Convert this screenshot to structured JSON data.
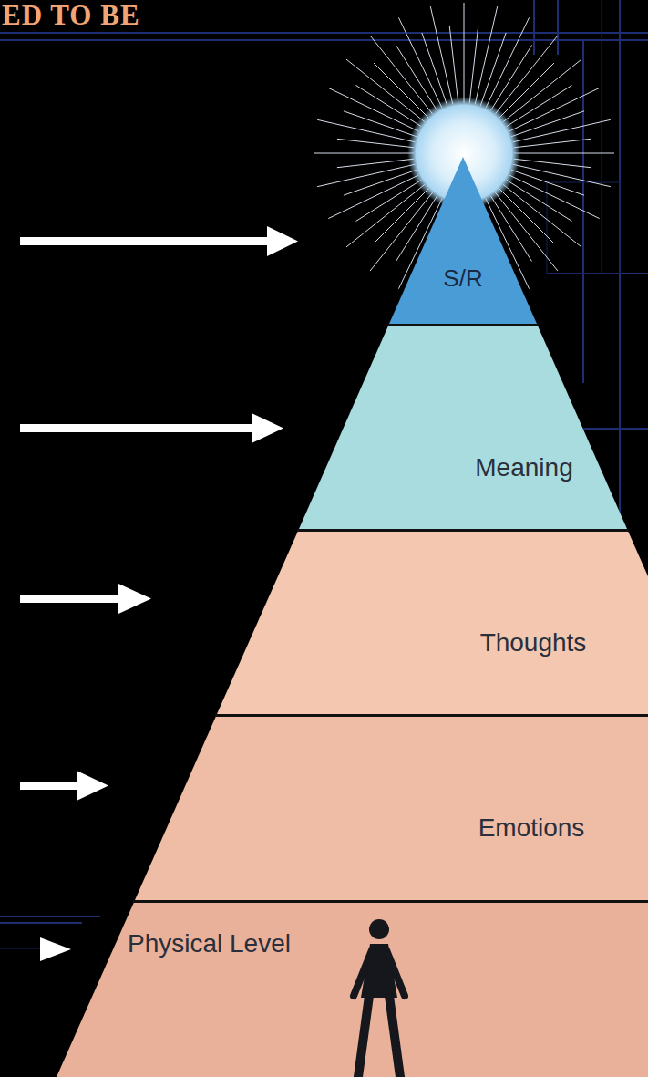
{
  "diagram": {
    "title": "ED TO BE",
    "nodes": [
      {
        "text": [
          "S/R"
        ]
      },
      {
        "text": [
          "Meaning"
        ]
      },
      {
        "text": [
          "Thoughts"
        ]
      },
      {
        "text": [
          "Emotions"
        ]
      },
      {
        "text": [
          "Physical Level"
        ]
      }
    ]
  }
}
